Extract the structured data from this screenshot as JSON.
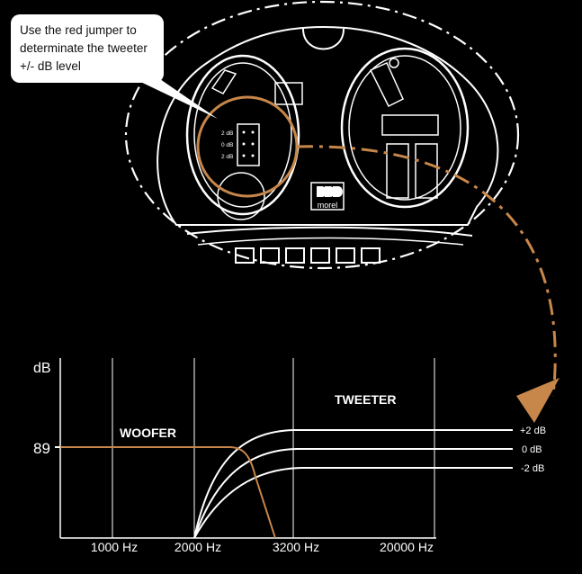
{
  "callout": {
    "lines": [
      "Use the red jumper to",
      "determinate the tweeter",
      "+/- dB level"
    ]
  },
  "jumper": {
    "labels": [
      "2 dB",
      "0 dB",
      "2 dB"
    ]
  },
  "logo": {
    "text": "morel"
  },
  "chart": {
    "y_unit": "dB",
    "y_ref_label": "89",
    "woofer_label": "WOOFER",
    "tweeter_label": "TWEETER",
    "x_ticks": [
      "1000 Hz",
      "2000 Hz",
      "3200 Hz",
      "20000 Hz"
    ],
    "level_labels": [
      "+2 dB",
      "0  dB",
      "-2 dB"
    ]
  },
  "colors": {
    "background": "#000000",
    "line": "#ffffff",
    "accent": "#c8874a"
  },
  "chart_data": {
    "type": "line",
    "x_ticks": [
      "1000 Hz",
      "2000 Hz",
      "3200 Hz",
      "20000 Hz"
    ],
    "series": [
      {
        "name": "WOOFER",
        "level_db": 89,
        "rolloff_hz": 3200
      },
      {
        "name": "+2 dB",
        "crossover_hz": 2000,
        "offset_db": 2
      },
      {
        "name": "0  dB",
        "crossover_hz": 2000,
        "offset_db": 0
      },
      {
        "name": "-2 dB",
        "crossover_hz": 2000,
        "offset_db": -2
      }
    ]
  }
}
